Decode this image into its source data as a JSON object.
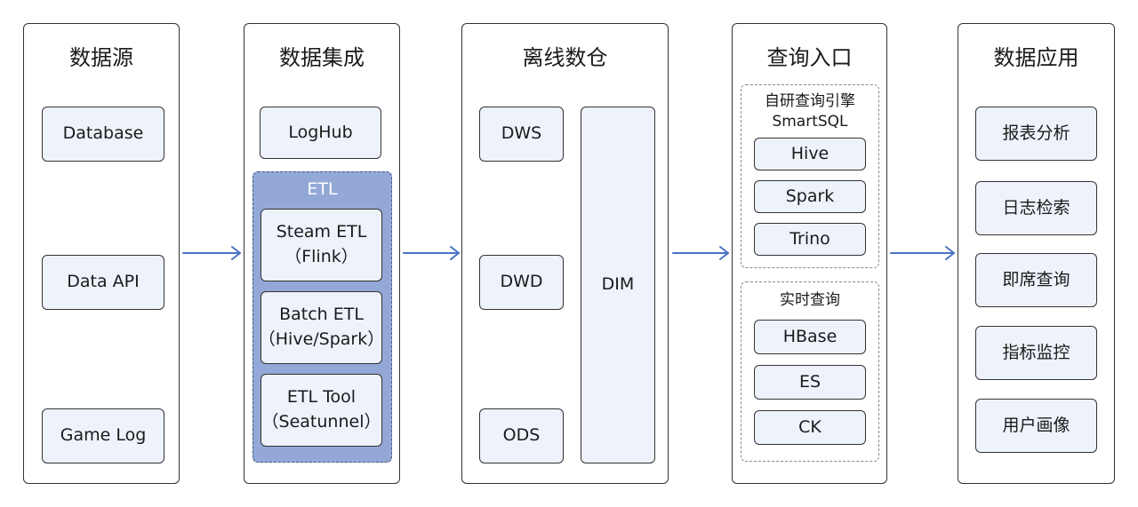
{
  "columns": {
    "source": {
      "title": "数据源",
      "items": [
        "Database",
        "Data API",
        "Game Log"
      ]
    },
    "integration": {
      "title": "数据集成",
      "loghub": "LogHub",
      "etl_title": "ETL",
      "etl_items": [
        {
          "line1": "Steam ETL",
          "line2": "（Flink）"
        },
        {
          "line1": "Batch ETL",
          "line2": "（Hive/Spark）"
        },
        {
          "line1": "ETL Tool",
          "line2": "（Seatunnel）"
        }
      ]
    },
    "warehouse": {
      "title": "离线数仓",
      "layers": [
        "DWS",
        "DWD",
        "ODS"
      ],
      "dim": "DIM"
    },
    "query": {
      "title": "查询入口",
      "engine_group": {
        "title_line1": "自研查询引擎",
        "title_line2": "SmartSQL",
        "items": [
          "Hive",
          "Spark",
          "Trino"
        ]
      },
      "realtime_group": {
        "title": "实时查询",
        "items": [
          "HBase",
          "ES",
          "CK"
        ]
      }
    },
    "application": {
      "title": "数据应用",
      "items": [
        "报表分析",
        "日志检索",
        "即席查询",
        "指标监控",
        "用户画像"
      ]
    }
  },
  "arrow_color": "#4a72c4"
}
